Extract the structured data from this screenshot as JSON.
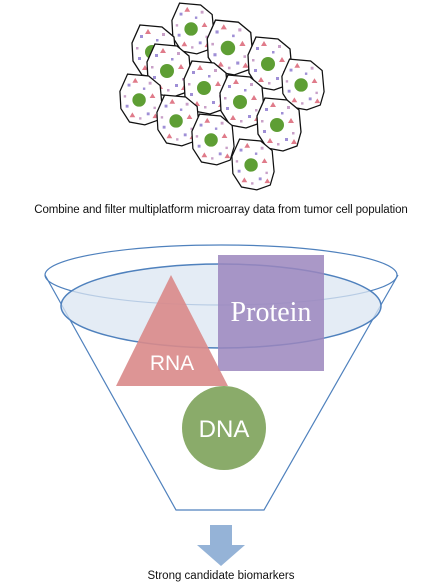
{
  "captions": {
    "top": "Combine and filter multiplatform microarray data from tumor cell population",
    "bottom": "Strong candidate biomarkers"
  },
  "funnel": {
    "items": [
      {
        "label": "Protein",
        "shape": "square",
        "color": "#9b86bd"
      },
      {
        "label": "RNA",
        "shape": "triangle",
        "color": "#d98a8a"
      },
      {
        "label": "DNA",
        "shape": "circle",
        "color": "#8aab6a"
      }
    ],
    "rim_color": "#4f81bd",
    "arrow_color": "#95b3d7"
  },
  "cells": {
    "nucleus_color": "#5e9e34",
    "outline_color": "#111111",
    "particle_colors": [
      "#e07b8a",
      "#9f8fd6",
      "#c9a0c8"
    ]
  }
}
